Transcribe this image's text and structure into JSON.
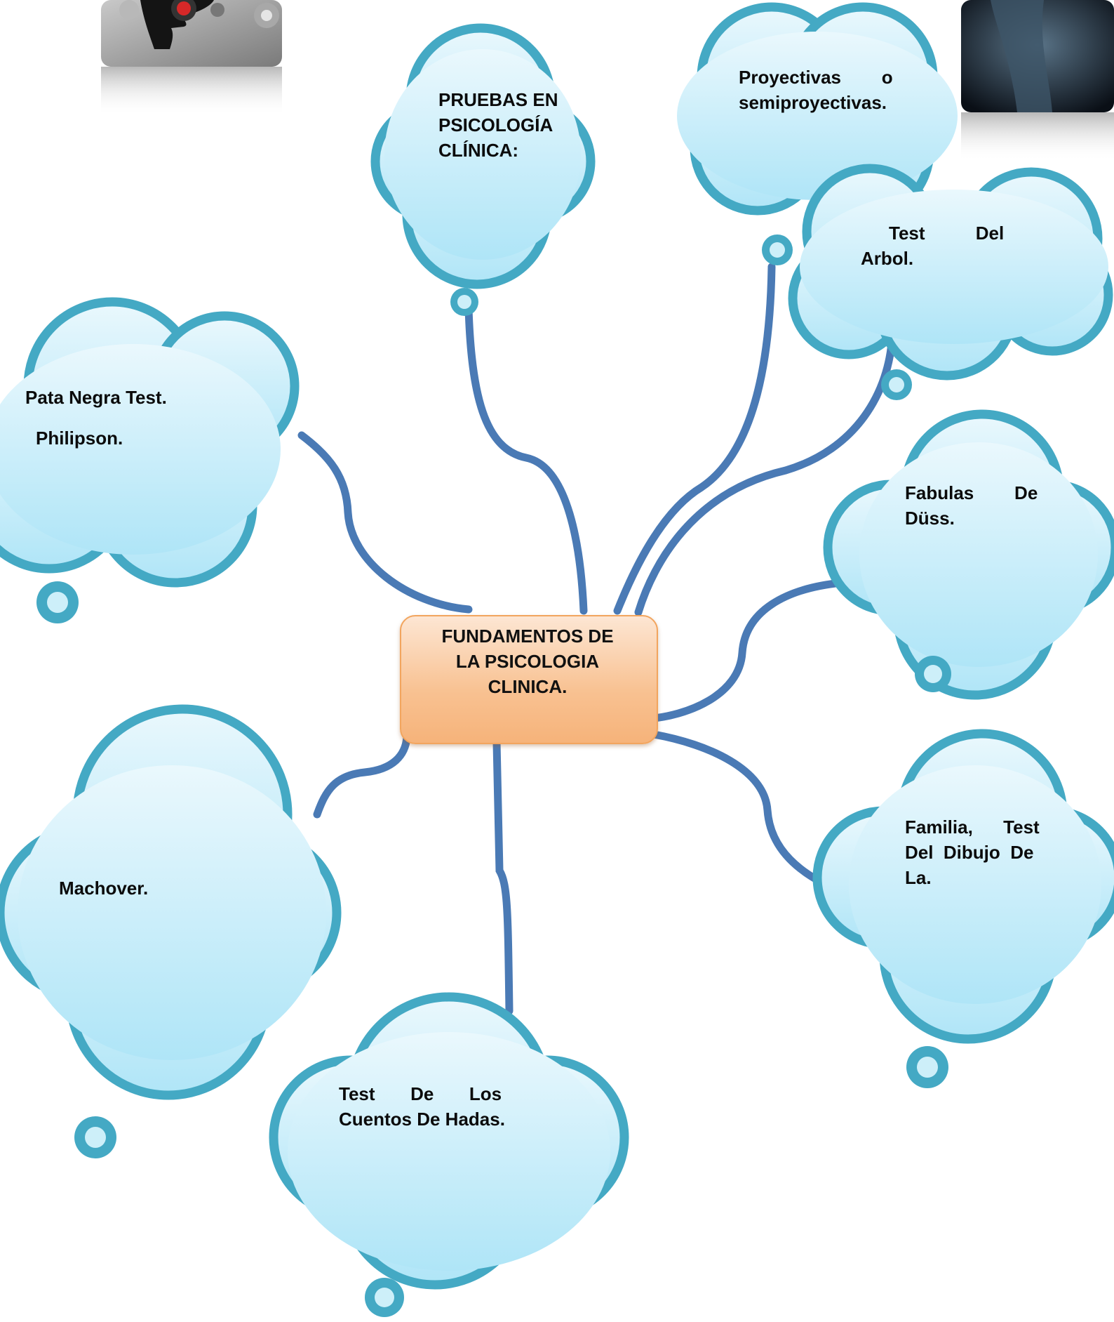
{
  "center": {
    "line1": "FUNDAMENTOS DE",
    "line2": "LA PSICOLOGIA",
    "line3": "CLINICA."
  },
  "clouds": {
    "pruebas": {
      "line1": "PRUEBAS  EN",
      "line2": "PSICOLOGÍA",
      "line3": "CLÍNICA:"
    },
    "proyectivas": {
      "line1": "Proyectivas        o",
      "line2": "semiproyectivas."
    },
    "arbol": {
      "line1": "Test          Del",
      "line2": "Arbol."
    },
    "pata_negra": {
      "line1": "Pata Negra Test.",
      "line2": "Philipson."
    },
    "fabulas": {
      "line1": "Fabulas        De",
      "line2": "Düss."
    },
    "familia": {
      "line1": "Familia,      Test",
      "line2": "Del  Dibujo  De",
      "line3": "La."
    },
    "machover": {
      "line1": "Machover."
    },
    "cuentos": {
      "line1": "Test       De       Los",
      "line2": "Cuentos De Hadas."
    }
  },
  "colors": {
    "cloud_fill_top": "#e6f7fd",
    "cloud_fill_bottom": "#b3e7f8",
    "cloud_stroke": "#44a9c4",
    "connector": "#4a7ab5",
    "center_fill": "#f8c191",
    "center_border": "#f2a55e"
  },
  "images": [
    "head-gears-image",
    "xray-head-image"
  ]
}
